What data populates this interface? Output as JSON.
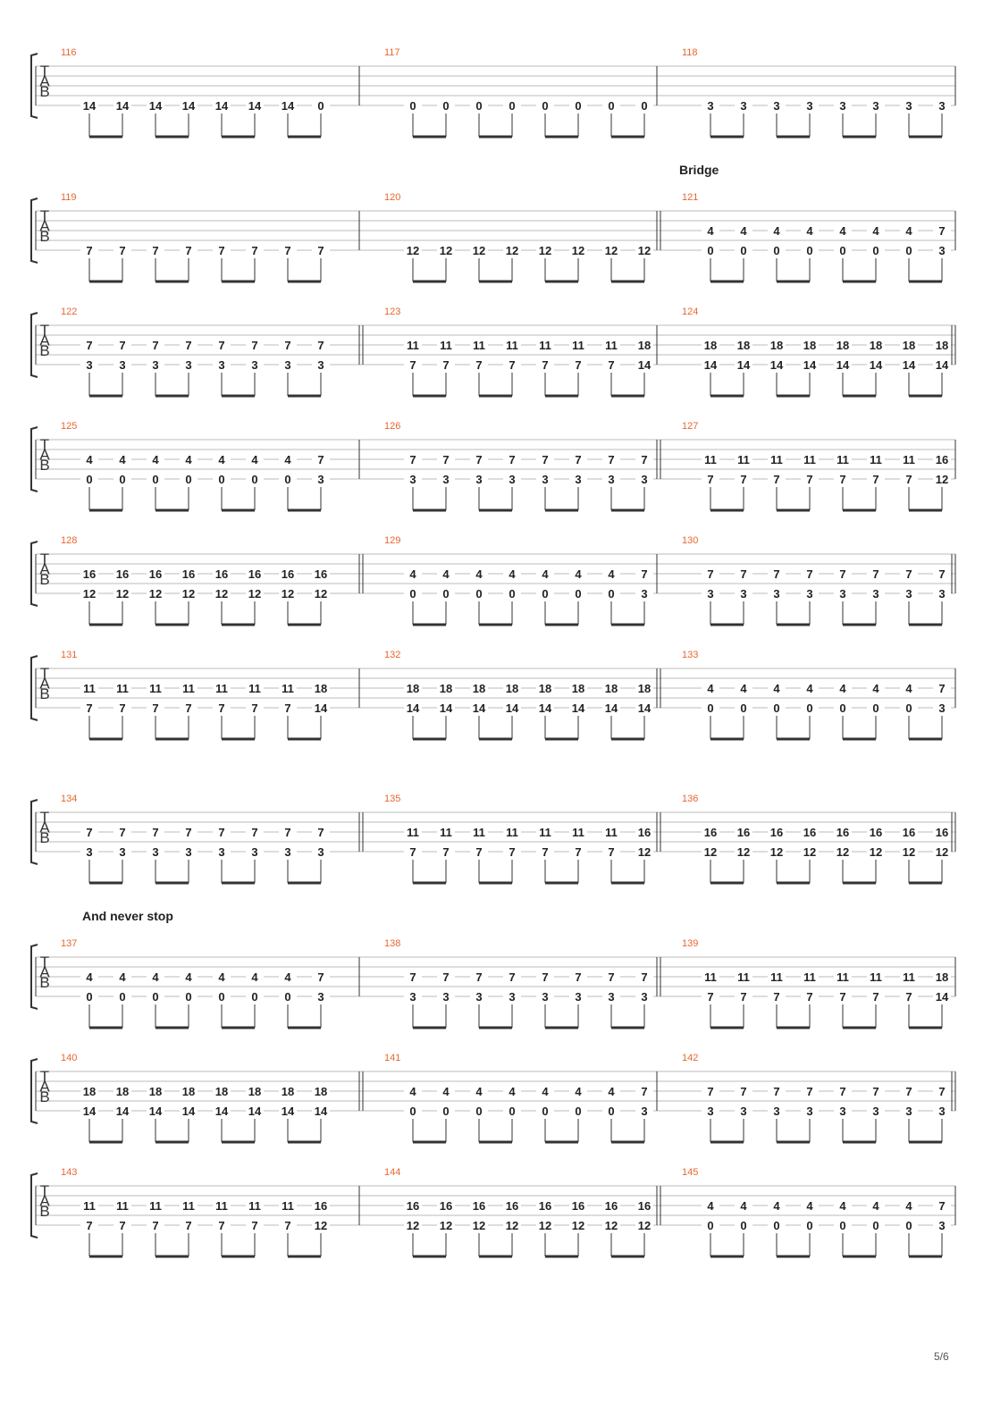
{
  "page": {
    "number": "5/6"
  },
  "sections": [
    {
      "system": 1,
      "text": "Bridge"
    },
    {
      "system": 7,
      "text": "And never stop"
    }
  ],
  "clef": [
    "T",
    "A",
    "B"
  ],
  "systems": [
    {
      "measures": [
        {
          "number": "116",
          "upper": null,
          "lower": [
            "14",
            "14",
            "14",
            "14",
            "14",
            "14",
            "14",
            "0"
          ]
        },
        {
          "number": "117",
          "upper": null,
          "lower": [
            "0",
            "0",
            "0",
            "0",
            "0",
            "0",
            "0",
            "0"
          ]
        },
        {
          "number": "118",
          "upper": null,
          "lower": [
            "3",
            "3",
            "3",
            "3",
            "3",
            "3",
            "3",
            "3"
          ]
        }
      ]
    },
    {
      "measures": [
        {
          "number": "119",
          "upper": null,
          "lower": [
            "7",
            "7",
            "7",
            "7",
            "7",
            "7",
            "7",
            "7"
          ]
        },
        {
          "number": "120",
          "upper": null,
          "lower": [
            "12",
            "12",
            "12",
            "12",
            "12",
            "12",
            "12",
            "12"
          ]
        },
        {
          "number": "121",
          "repeat_start": true,
          "upper": [
            "4",
            "4",
            "4",
            "4",
            "4",
            "4",
            "4",
            "7"
          ],
          "lower": [
            "0",
            "0",
            "0",
            "0",
            "0",
            "0",
            "0",
            "3"
          ]
        }
      ]
    },
    {
      "measures": [
        {
          "number": "122",
          "upper": [
            "7",
            "7",
            "7",
            "7",
            "7",
            "7",
            "7",
            "7"
          ],
          "lower": [
            "3",
            "3",
            "3",
            "3",
            "3",
            "3",
            "3",
            "3"
          ]
        },
        {
          "number": "123",
          "repeat_start": true,
          "upper": [
            "11",
            "11",
            "11",
            "11",
            "11",
            "11",
            "11",
            "18"
          ],
          "lower": [
            "7",
            "7",
            "7",
            "7",
            "7",
            "7",
            "7",
            "14"
          ]
        },
        {
          "number": "124",
          "repeat_end": true,
          "upper": [
            "18",
            "18",
            "18",
            "18",
            "18",
            "18",
            "18",
            "18"
          ],
          "lower": [
            "14",
            "14",
            "14",
            "14",
            "14",
            "14",
            "14",
            "14"
          ]
        }
      ]
    },
    {
      "measures": [
        {
          "number": "125",
          "upper": [
            "4",
            "4",
            "4",
            "4",
            "4",
            "4",
            "4",
            "7"
          ],
          "lower": [
            "0",
            "0",
            "0",
            "0",
            "0",
            "0",
            "0",
            "3"
          ]
        },
        {
          "number": "126",
          "upper": [
            "7",
            "7",
            "7",
            "7",
            "7",
            "7",
            "7",
            "7"
          ],
          "lower": [
            "3",
            "3",
            "3",
            "3",
            "3",
            "3",
            "3",
            "3"
          ]
        },
        {
          "number": "127",
          "repeat_start": true,
          "upper": [
            "11",
            "11",
            "11",
            "11",
            "11",
            "11",
            "11",
            "16"
          ],
          "lower": [
            "7",
            "7",
            "7",
            "7",
            "7",
            "7",
            "7",
            "12"
          ]
        }
      ]
    },
    {
      "measures": [
        {
          "number": "128",
          "upper": [
            "16",
            "16",
            "16",
            "16",
            "16",
            "16",
            "16",
            "16"
          ],
          "lower": [
            "12",
            "12",
            "12",
            "12",
            "12",
            "12",
            "12",
            "12"
          ]
        },
        {
          "number": "129",
          "repeat_start": true,
          "upper": [
            "4",
            "4",
            "4",
            "4",
            "4",
            "4",
            "4",
            "7"
          ],
          "lower": [
            "0",
            "0",
            "0",
            "0",
            "0",
            "0",
            "0",
            "3"
          ]
        },
        {
          "number": "130",
          "repeat_end": true,
          "upper": [
            "7",
            "7",
            "7",
            "7",
            "7",
            "7",
            "7",
            "7"
          ],
          "lower": [
            "3",
            "3",
            "3",
            "3",
            "3",
            "3",
            "3",
            "3"
          ]
        }
      ]
    },
    {
      "measures": [
        {
          "number": "131",
          "upper": [
            "11",
            "11",
            "11",
            "11",
            "11",
            "11",
            "11",
            "18"
          ],
          "lower": [
            "7",
            "7",
            "7",
            "7",
            "7",
            "7",
            "7",
            "14"
          ]
        },
        {
          "number": "132",
          "upper": [
            "18",
            "18",
            "18",
            "18",
            "18",
            "18",
            "18",
            "18"
          ],
          "lower": [
            "14",
            "14",
            "14",
            "14",
            "14",
            "14",
            "14",
            "14"
          ]
        },
        {
          "number": "133",
          "repeat_start": true,
          "upper": [
            "4",
            "4",
            "4",
            "4",
            "4",
            "4",
            "4",
            "7"
          ],
          "lower": [
            "0",
            "0",
            "0",
            "0",
            "0",
            "0",
            "0",
            "3"
          ]
        }
      ]
    },
    {
      "measures": [
        {
          "number": "134",
          "upper": [
            "7",
            "7",
            "7",
            "7",
            "7",
            "7",
            "7",
            "7"
          ],
          "lower": [
            "3",
            "3",
            "3",
            "3",
            "3",
            "3",
            "3",
            "3"
          ]
        },
        {
          "number": "135",
          "repeat_start": true,
          "upper": [
            "11",
            "11",
            "11",
            "11",
            "11",
            "11",
            "11",
            "16"
          ],
          "lower": [
            "7",
            "7",
            "7",
            "7",
            "7",
            "7",
            "7",
            "12"
          ]
        },
        {
          "number": "136",
          "repeat_start": true,
          "repeat_end": true,
          "upper": [
            "16",
            "16",
            "16",
            "16",
            "16",
            "16",
            "16",
            "16"
          ],
          "lower": [
            "12",
            "12",
            "12",
            "12",
            "12",
            "12",
            "12",
            "12"
          ]
        }
      ]
    },
    {
      "measures": [
        {
          "number": "137",
          "upper": [
            "4",
            "4",
            "4",
            "4",
            "4",
            "4",
            "4",
            "7"
          ],
          "lower": [
            "0",
            "0",
            "0",
            "0",
            "0",
            "0",
            "0",
            "3"
          ]
        },
        {
          "number": "138",
          "upper": [
            "7",
            "7",
            "7",
            "7",
            "7",
            "7",
            "7",
            "7"
          ],
          "lower": [
            "3",
            "3",
            "3",
            "3",
            "3",
            "3",
            "3",
            "3"
          ]
        },
        {
          "number": "139",
          "repeat_start": true,
          "upper": [
            "11",
            "11",
            "11",
            "11",
            "11",
            "11",
            "11",
            "18"
          ],
          "lower": [
            "7",
            "7",
            "7",
            "7",
            "7",
            "7",
            "7",
            "14"
          ]
        }
      ]
    },
    {
      "measures": [
        {
          "number": "140",
          "upper": [
            "18",
            "18",
            "18",
            "18",
            "18",
            "18",
            "18",
            "18"
          ],
          "lower": [
            "14",
            "14",
            "14",
            "14",
            "14",
            "14",
            "14",
            "14"
          ]
        },
        {
          "number": "141",
          "repeat_start": true,
          "upper": [
            "4",
            "4",
            "4",
            "4",
            "4",
            "4",
            "4",
            "7"
          ],
          "lower": [
            "0",
            "0",
            "0",
            "0",
            "0",
            "0",
            "0",
            "3"
          ]
        },
        {
          "number": "142",
          "repeat_end": true,
          "upper": [
            "7",
            "7",
            "7",
            "7",
            "7",
            "7",
            "7",
            "7"
          ],
          "lower": [
            "3",
            "3",
            "3",
            "3",
            "3",
            "3",
            "3",
            "3"
          ]
        }
      ]
    },
    {
      "measures": [
        {
          "number": "143",
          "upper": [
            "11",
            "11",
            "11",
            "11",
            "11",
            "11",
            "11",
            "16"
          ],
          "lower": [
            "7",
            "7",
            "7",
            "7",
            "7",
            "7",
            "7",
            "12"
          ]
        },
        {
          "number": "144",
          "upper": [
            "16",
            "16",
            "16",
            "16",
            "16",
            "16",
            "16",
            "16"
          ],
          "lower": [
            "12",
            "12",
            "12",
            "12",
            "12",
            "12",
            "12",
            "12"
          ]
        },
        {
          "number": "145",
          "repeat_start": true,
          "upper": [
            "4",
            "4",
            "4",
            "4",
            "4",
            "4",
            "4",
            "7"
          ],
          "lower": [
            "0",
            "0",
            "0",
            "0",
            "0",
            "0",
            "0",
            "3"
          ]
        }
      ]
    }
  ]
}
